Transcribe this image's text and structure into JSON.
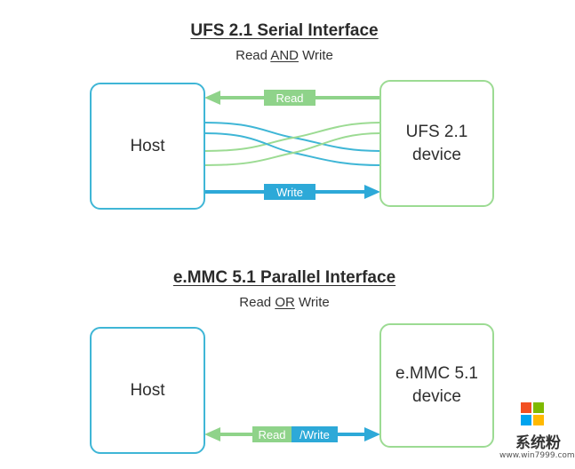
{
  "ufs": {
    "title": "UFS 2.1 Serial Interface",
    "subtitle_a": "Read ",
    "subtitle_u": "AND",
    "subtitle_b": " Write",
    "host_label": "Host",
    "device_line1": "UFS 2.1",
    "device_line2": "device",
    "read_label": "Read",
    "write_label": "Write"
  },
  "emmc": {
    "title": "e.MMC 5.1 Parallel  Interface",
    "subtitle_a": "Read ",
    "subtitle_u": "OR",
    "subtitle_b": " Write",
    "host_label": "Host",
    "device_line1": "e.MMC 5.1",
    "device_line2": "device",
    "read_label": "Read",
    "write_label": "/Write"
  },
  "watermark": {
    "name": "系统粉",
    "url": "www.win7999.com"
  },
  "colors": {
    "blue": "#3fb6d6",
    "green": "#9cdb93",
    "read_arrow": "#8fd38a",
    "write_arrow": "#2da9d8"
  }
}
